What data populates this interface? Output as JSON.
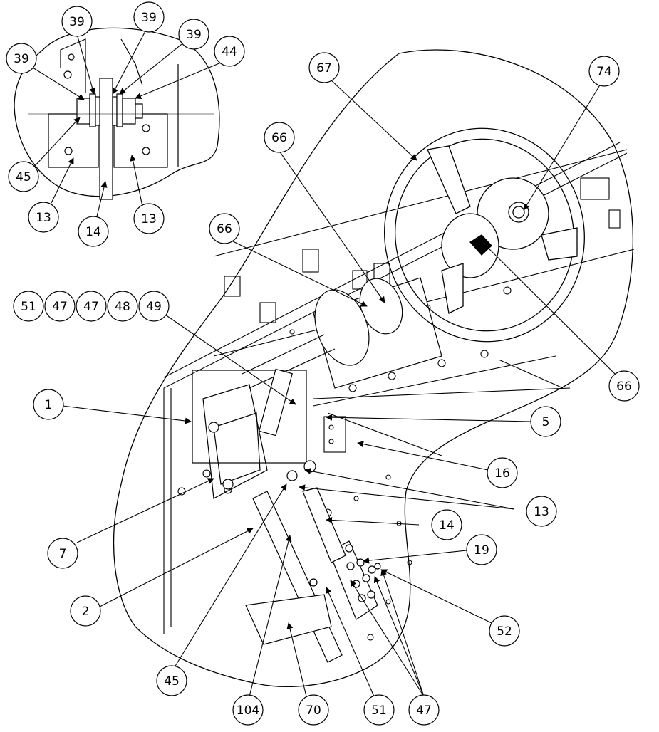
{
  "callouts": {
    "d39a": "39",
    "d39b": "39",
    "d39c": "39",
    "d39d": "39",
    "d44": "44",
    "d45": "45",
    "d13a": "13",
    "d14": "14",
    "d13b": "13",
    "c67": "67",
    "c74": "74",
    "c66a": "66",
    "c66b": "66",
    "c66c": "66",
    "s51": "51",
    "s47a": "47",
    "s47b": "47",
    "s48": "48",
    "s49": "49",
    "c1": "1",
    "c5": "5",
    "c16": "16",
    "c13": "13",
    "c14": "14",
    "c7": "7",
    "c19": "19",
    "c2": "2",
    "c52": "52",
    "c45": "45",
    "c104": "104",
    "c70": "70",
    "c51": "51",
    "c47": "47"
  }
}
